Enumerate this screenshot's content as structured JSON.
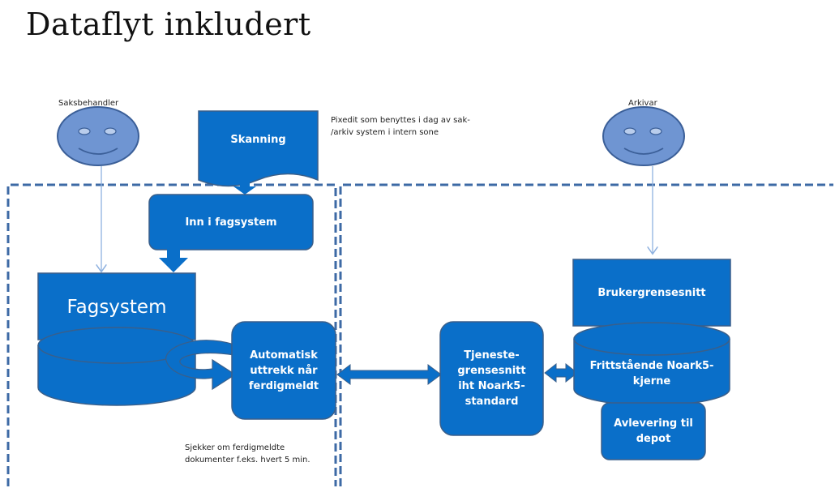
{
  "title": "Dataflyt inkludert",
  "actors": {
    "left": "Saksbehandler",
    "right": "Arkivar"
  },
  "notes": {
    "pixedit": "Pixedit som benyttes i dag av sak-\n/arkiv system i intern sone",
    "sjekker": "Sjekker om ferdigmeldte\ndokumenter f.eks. hvert 5 min."
  },
  "boxes": {
    "skanning": "Skanning",
    "inn_fagsystem": "Inn i fagsystem",
    "fagsystem": "Fagsystem",
    "automatisk": "Automatisk\nuttrekk når\nferdigmeldt",
    "tjeneste": "Tjeneste-\ngrensesnitt\niht Noark5-\nstandard",
    "brukergrensesnitt": "Brukergrensesnitt",
    "frittstaende": "Frittstående Noark5-\nkjerne",
    "avlevering": "Avlevering til\ndepot"
  },
  "colors": {
    "box_fill": "#0a6fc9",
    "box_stroke": "#3a5f8a",
    "face_fill": "#6f95d2",
    "face_stroke": "#3b5f98",
    "dash": "#3d6aa5",
    "connector": "#8fb2e0"
  }
}
